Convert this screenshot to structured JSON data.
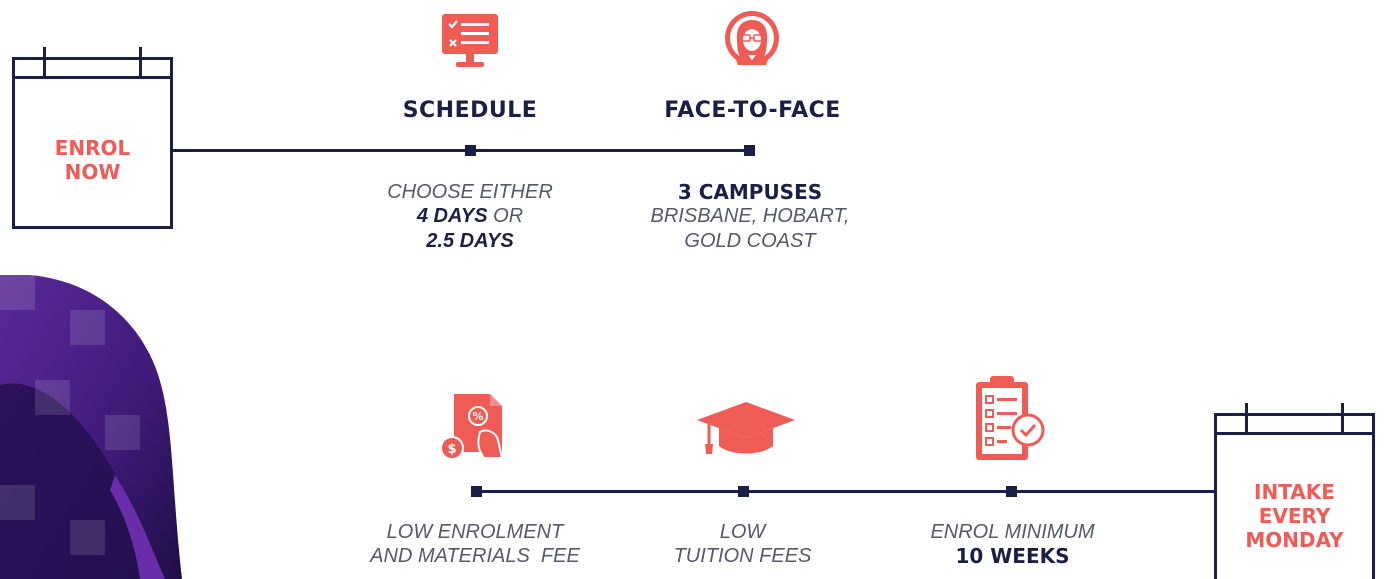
{
  "colors": {
    "navy": "#1c1f45",
    "coral": "#ef5b55",
    "grey_text": "#555a6a",
    "purple": "#6a2aa6"
  },
  "start": {
    "label_line1": "ENROL",
    "label_line2": "NOW"
  },
  "end": {
    "label_line1": "INTAKE",
    "label_line2": "EVERY",
    "label_line3": "MONDAY"
  },
  "top_steps": [
    {
      "icon": "schedule-monitor-icon",
      "heading": "SCHEDULE",
      "desc_line1": "CHOOSE EITHER",
      "desc_line2_strong": "4 DAYS",
      "desc_line2_rest": " OR",
      "desc_line3_strong": "2.5 DAYS"
    },
    {
      "icon": "teacher-avatar-icon",
      "heading": "FACE-TO-FACE",
      "desc_strong": "3 CAMPUSES",
      "desc_line2": "BRISBANE, HOBART,",
      "desc_line3": "GOLD COAST"
    }
  ],
  "bottom_steps": [
    {
      "icon": "fee-document-icon",
      "desc_line1": "LOW ENROLMENT",
      "desc_line2": "AND MATERIALS  FEE"
    },
    {
      "icon": "graduation-cap-icon",
      "desc_line1": "LOW",
      "desc_line2": "TUITION FEES"
    },
    {
      "icon": "checklist-clipboard-icon",
      "desc_line1": "ENROL MINIMUM",
      "desc_strong": "10 WEEKS"
    }
  ]
}
